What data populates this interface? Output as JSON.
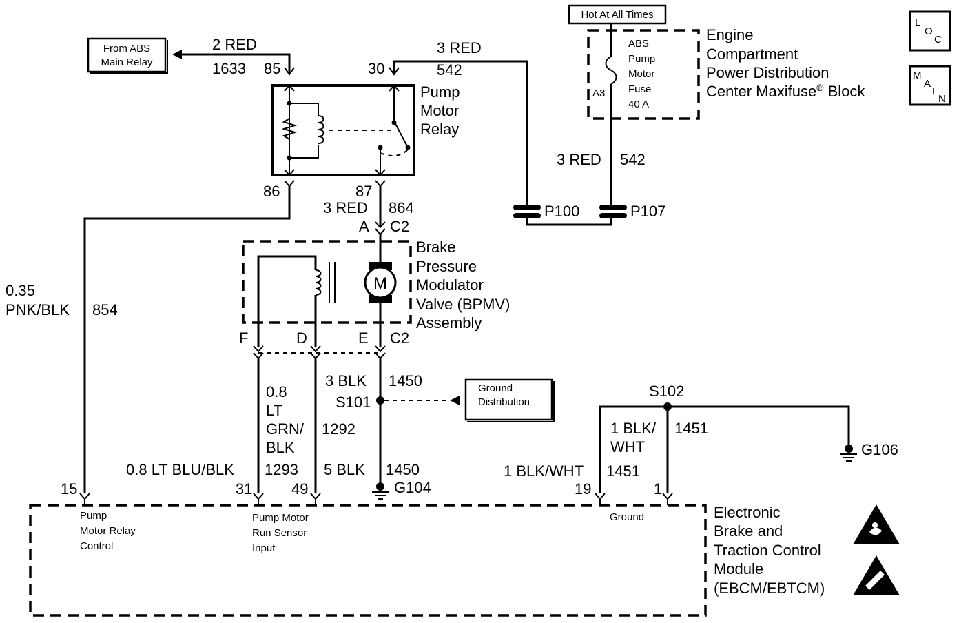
{
  "external_labels": {
    "from_abs_main_relay": [
      "From ABS",
      "Main Relay"
    ],
    "hot_at_all_times": "Hot At All Times",
    "ground_distribution": [
      "Ground",
      "Distribution"
    ]
  },
  "icons": {
    "loc": [
      "L",
      "O",
      "C"
    ],
    "main": [
      "M",
      "A",
      "I",
      "N"
    ]
  },
  "fuse_block": {
    "title": [
      "Engine",
      "Compartment",
      "Power Distribution",
      "Center Maxifuse",
      "®",
      " Block"
    ],
    "fuse": [
      "ABS",
      "Pump",
      "Motor",
      "Fuse",
      "40 A"
    ],
    "terminal": "A3"
  },
  "pump_motor_relay": {
    "title": [
      "Pump",
      "Motor",
      "Relay"
    ],
    "pins": {
      "p85": "85",
      "p30": "30",
      "p86": "86",
      "p87": "87"
    }
  },
  "bpmv": {
    "title": [
      "Brake",
      "Pressure",
      "Modulator",
      "Valve (BPMV)",
      "Assembly"
    ],
    "motor_label": "M",
    "pins": {
      "a": "A",
      "c2_top": "C2",
      "f": "F",
      "d": "D",
      "e": "E",
      "c2_bottom": "C2"
    }
  },
  "wires": {
    "w1633": {
      "color": "2 RED",
      "circuit": "1633"
    },
    "w542_top": {
      "color": "3 RED",
      "circuit": "542"
    },
    "w542_right": {
      "color": "3 RED",
      "circuit": "542"
    },
    "w864": {
      "color": "3 RED",
      "circuit": "864"
    },
    "w854": {
      "gauge": "0.35",
      "color": "PNK/BLK",
      "circuit": "854"
    },
    "w1292": {
      "color": [
        "0.8",
        "LT",
        "GRN/",
        "BLK"
      ],
      "circuit": "1292"
    },
    "w1293": {
      "color": "0.8 LT BLU/BLK",
      "circuit": "1293"
    },
    "w1450_top": {
      "color": "3 BLK",
      "circuit": "1450"
    },
    "w1450_bottom": {
      "color": "5 BLK",
      "circuit": "1450"
    },
    "w1451_top": {
      "color": [
        "1 BLK/",
        "WHT"
      ],
      "circuit": "1451"
    },
    "w1451_bottom": {
      "color": "1 BLK/WHT",
      "circuit": "1451"
    }
  },
  "connectors": {
    "p100": "P100",
    "p107": "P107"
  },
  "splices": {
    "s101": "S101",
    "s102": "S102"
  },
  "grounds": {
    "g104": "G104",
    "g106": "G106"
  },
  "ebcm": {
    "title": [
      "Electronic",
      "Brake and",
      "Traction Control",
      "Module",
      "(EBCM/EBTCM)"
    ],
    "pins": {
      "p15": "15",
      "p31": "31",
      "p49": "49",
      "p19": "19",
      "p1": "1"
    },
    "pin_labels": {
      "pump_motor_relay_control": [
        "Pump",
        "Motor Relay",
        "Control"
      ],
      "pump_motor_run_sensor_input": [
        "Pump Motor",
        "Run Sensor",
        "Input"
      ],
      "ground": "Ground"
    }
  }
}
